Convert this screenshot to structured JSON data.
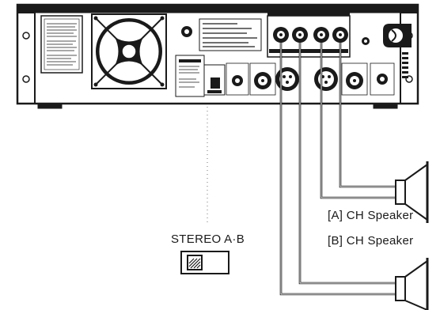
{
  "labels": {
    "speaker_a": "[A] CH Speaker",
    "speaker_b": "[B] CH Speaker",
    "stereo_switch": "STEREO A·B"
  },
  "colors": {
    "ink": "#1a1a1a",
    "paper": "#ffffff"
  },
  "icons": {
    "fan": "fan-icon",
    "switch": "switch-icon",
    "speaker": "speaker-icon"
  }
}
